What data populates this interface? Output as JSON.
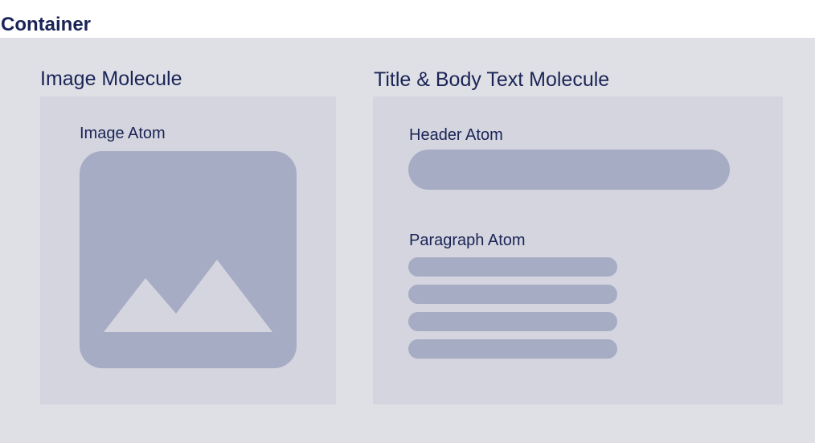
{
  "container": {
    "title": "Container"
  },
  "image_molecule": {
    "title": "Image Molecule",
    "image_atom_label": "Image Atom",
    "image_icon": "mountain-image-icon"
  },
  "text_molecule": {
    "title": "Title & Body Text Molecule",
    "header_atom_label": "Header Atom",
    "paragraph_atom_label": "Paragraph Atom",
    "paragraph_lines": 4
  },
  "colors": {
    "text": "#1a2456",
    "container_bg": "#dfe0e5",
    "molecule_bg": "#d4d5df",
    "atom_fill": "#a7acc5"
  }
}
